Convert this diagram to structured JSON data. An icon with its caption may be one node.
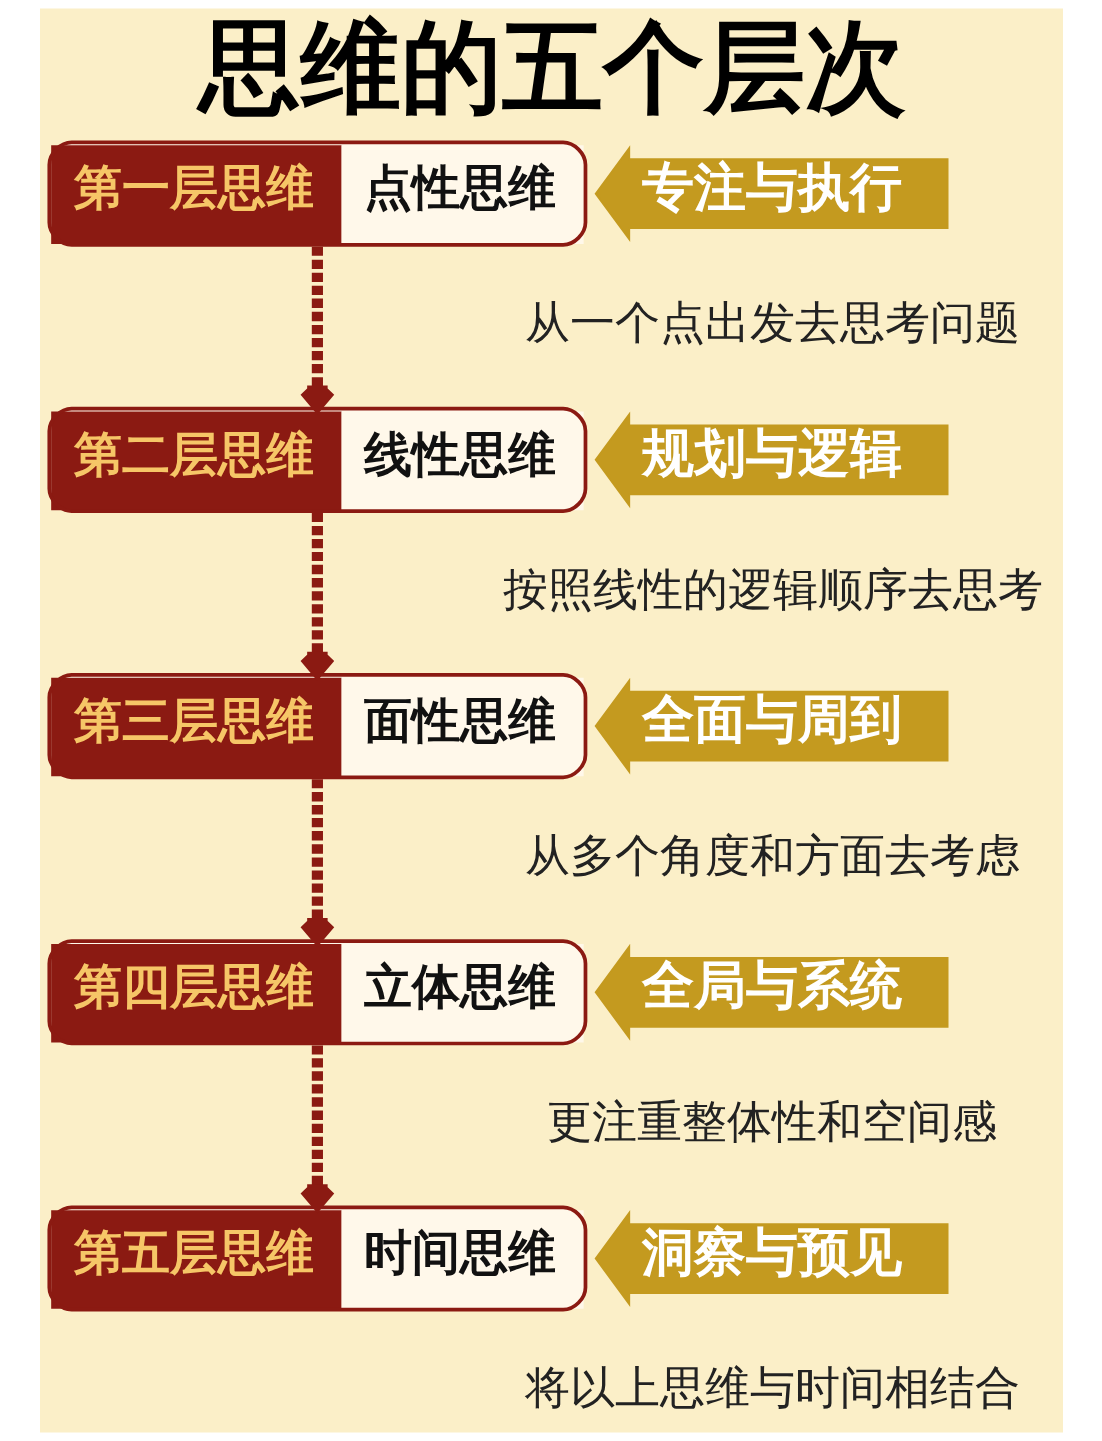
{
  "diagram": {
    "title": "思维的五个层次",
    "nodes": [
      {
        "text": [
          "第一层思维",
          "点性思维"
        ],
        "beside": [
          "从一个点出发去思考问题"
        ]
      },
      {
        "text": [
          "专注与执行"
        ]
      },
      {
        "text": [
          "第二层思维",
          "线性思维"
        ],
        "beside": [
          "按照线性的逻辑顺序去思考"
        ]
      },
      {
        "text": [
          "规划与逻辑"
        ]
      },
      {
        "text": [
          "第三层思维",
          "面性思维"
        ],
        "beside": [
          "从多个角度和方面去考虑"
        ]
      },
      {
        "text": [
          "全面与周到"
        ]
      },
      {
        "text": [
          "第四层思维",
          "立体思维"
        ],
        "beside": [
          "更注重整体性和空间感"
        ]
      },
      {
        "text": [
          "全局与系统"
        ]
      },
      {
        "text": [
          "第五层思维",
          "时间思维"
        ],
        "beside": [
          "将以上思维与时间相结合"
        ]
      },
      {
        "text": [
          "洞察与预见"
        ]
      }
    ],
    "edges": [
      {
        "from": 0,
        "to": 2,
        "arrow": "to",
        "style": "dashed"
      },
      {
        "from": 2,
        "to": 4,
        "arrow": "to",
        "style": "dashed"
      },
      {
        "from": 4,
        "to": 6,
        "arrow": "to",
        "style": "dashed"
      },
      {
        "from": 6,
        "to": 8,
        "arrow": "to",
        "style": "dashed"
      }
    ]
  }
}
